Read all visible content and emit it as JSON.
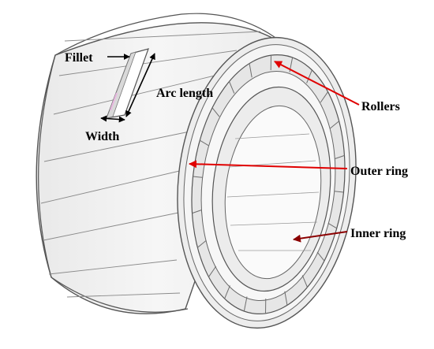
{
  "labels": {
    "fillet": "Fillet",
    "arc_length": "Arc length",
    "width": "Width",
    "rollers": "Rollers",
    "outer_ring": "Outer ring",
    "inner_ring": "Inner ring"
  },
  "colors": {
    "callout_red": "#e00000",
    "callout_dark_red": "#8b0000",
    "dimension_arrow": "#000000",
    "body_fill": "#f3f3f3",
    "edge_line": "#6b6b6b"
  }
}
